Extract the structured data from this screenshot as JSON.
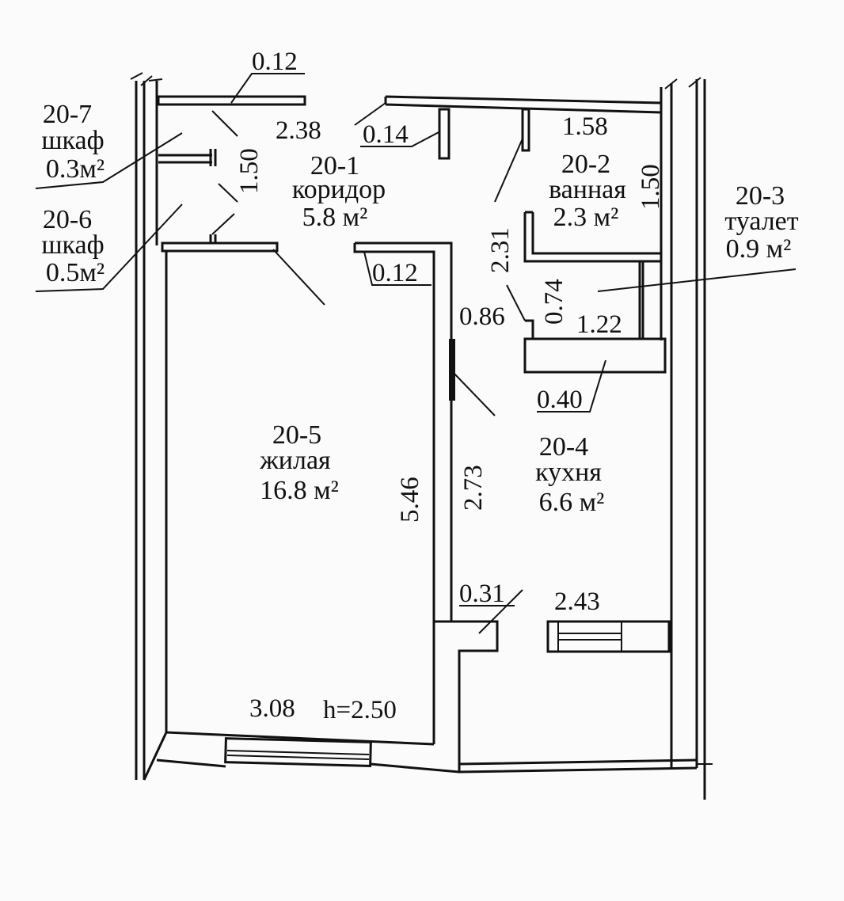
{
  "rooms": [
    {
      "id": "20-1",
      "name": "коридор",
      "area": "5.8 м²"
    },
    {
      "id": "20-2",
      "name": "ванная",
      "area": "2.3 м²"
    },
    {
      "id": "20-3",
      "name": "туалет",
      "area": "0.9 м²"
    },
    {
      "id": "20-4",
      "name": "кухня",
      "area": "6.6 м²"
    },
    {
      "id": "20-5",
      "name": "жилая",
      "area": "16.8 м²"
    },
    {
      "id": "20-6",
      "name": "шкаф",
      "area": "0.5м²"
    },
    {
      "id": "20-7",
      "name": "шкаф",
      "area": "0.3м²"
    }
  ],
  "dimensions": {
    "d_0_12_top": "0.12",
    "d_2_38": "2.38",
    "d_0_14": "0.14",
    "d_1_58": "1.58",
    "d_1_50_closet": "1.50",
    "d_1_50_bath": "1.50",
    "d_0_12_mid": "0.12",
    "d_2_31": "2.31",
    "d_0_74": "0.74",
    "d_0_86": "0.86",
    "d_1_22": "1.22",
    "d_0_40": "0.40",
    "d_5_46": "5.46",
    "d_2_73": "2.73",
    "d_0_31": "0.31",
    "d_2_43": "2.43",
    "d_3_08": "3.08",
    "height": "h=2.50"
  }
}
